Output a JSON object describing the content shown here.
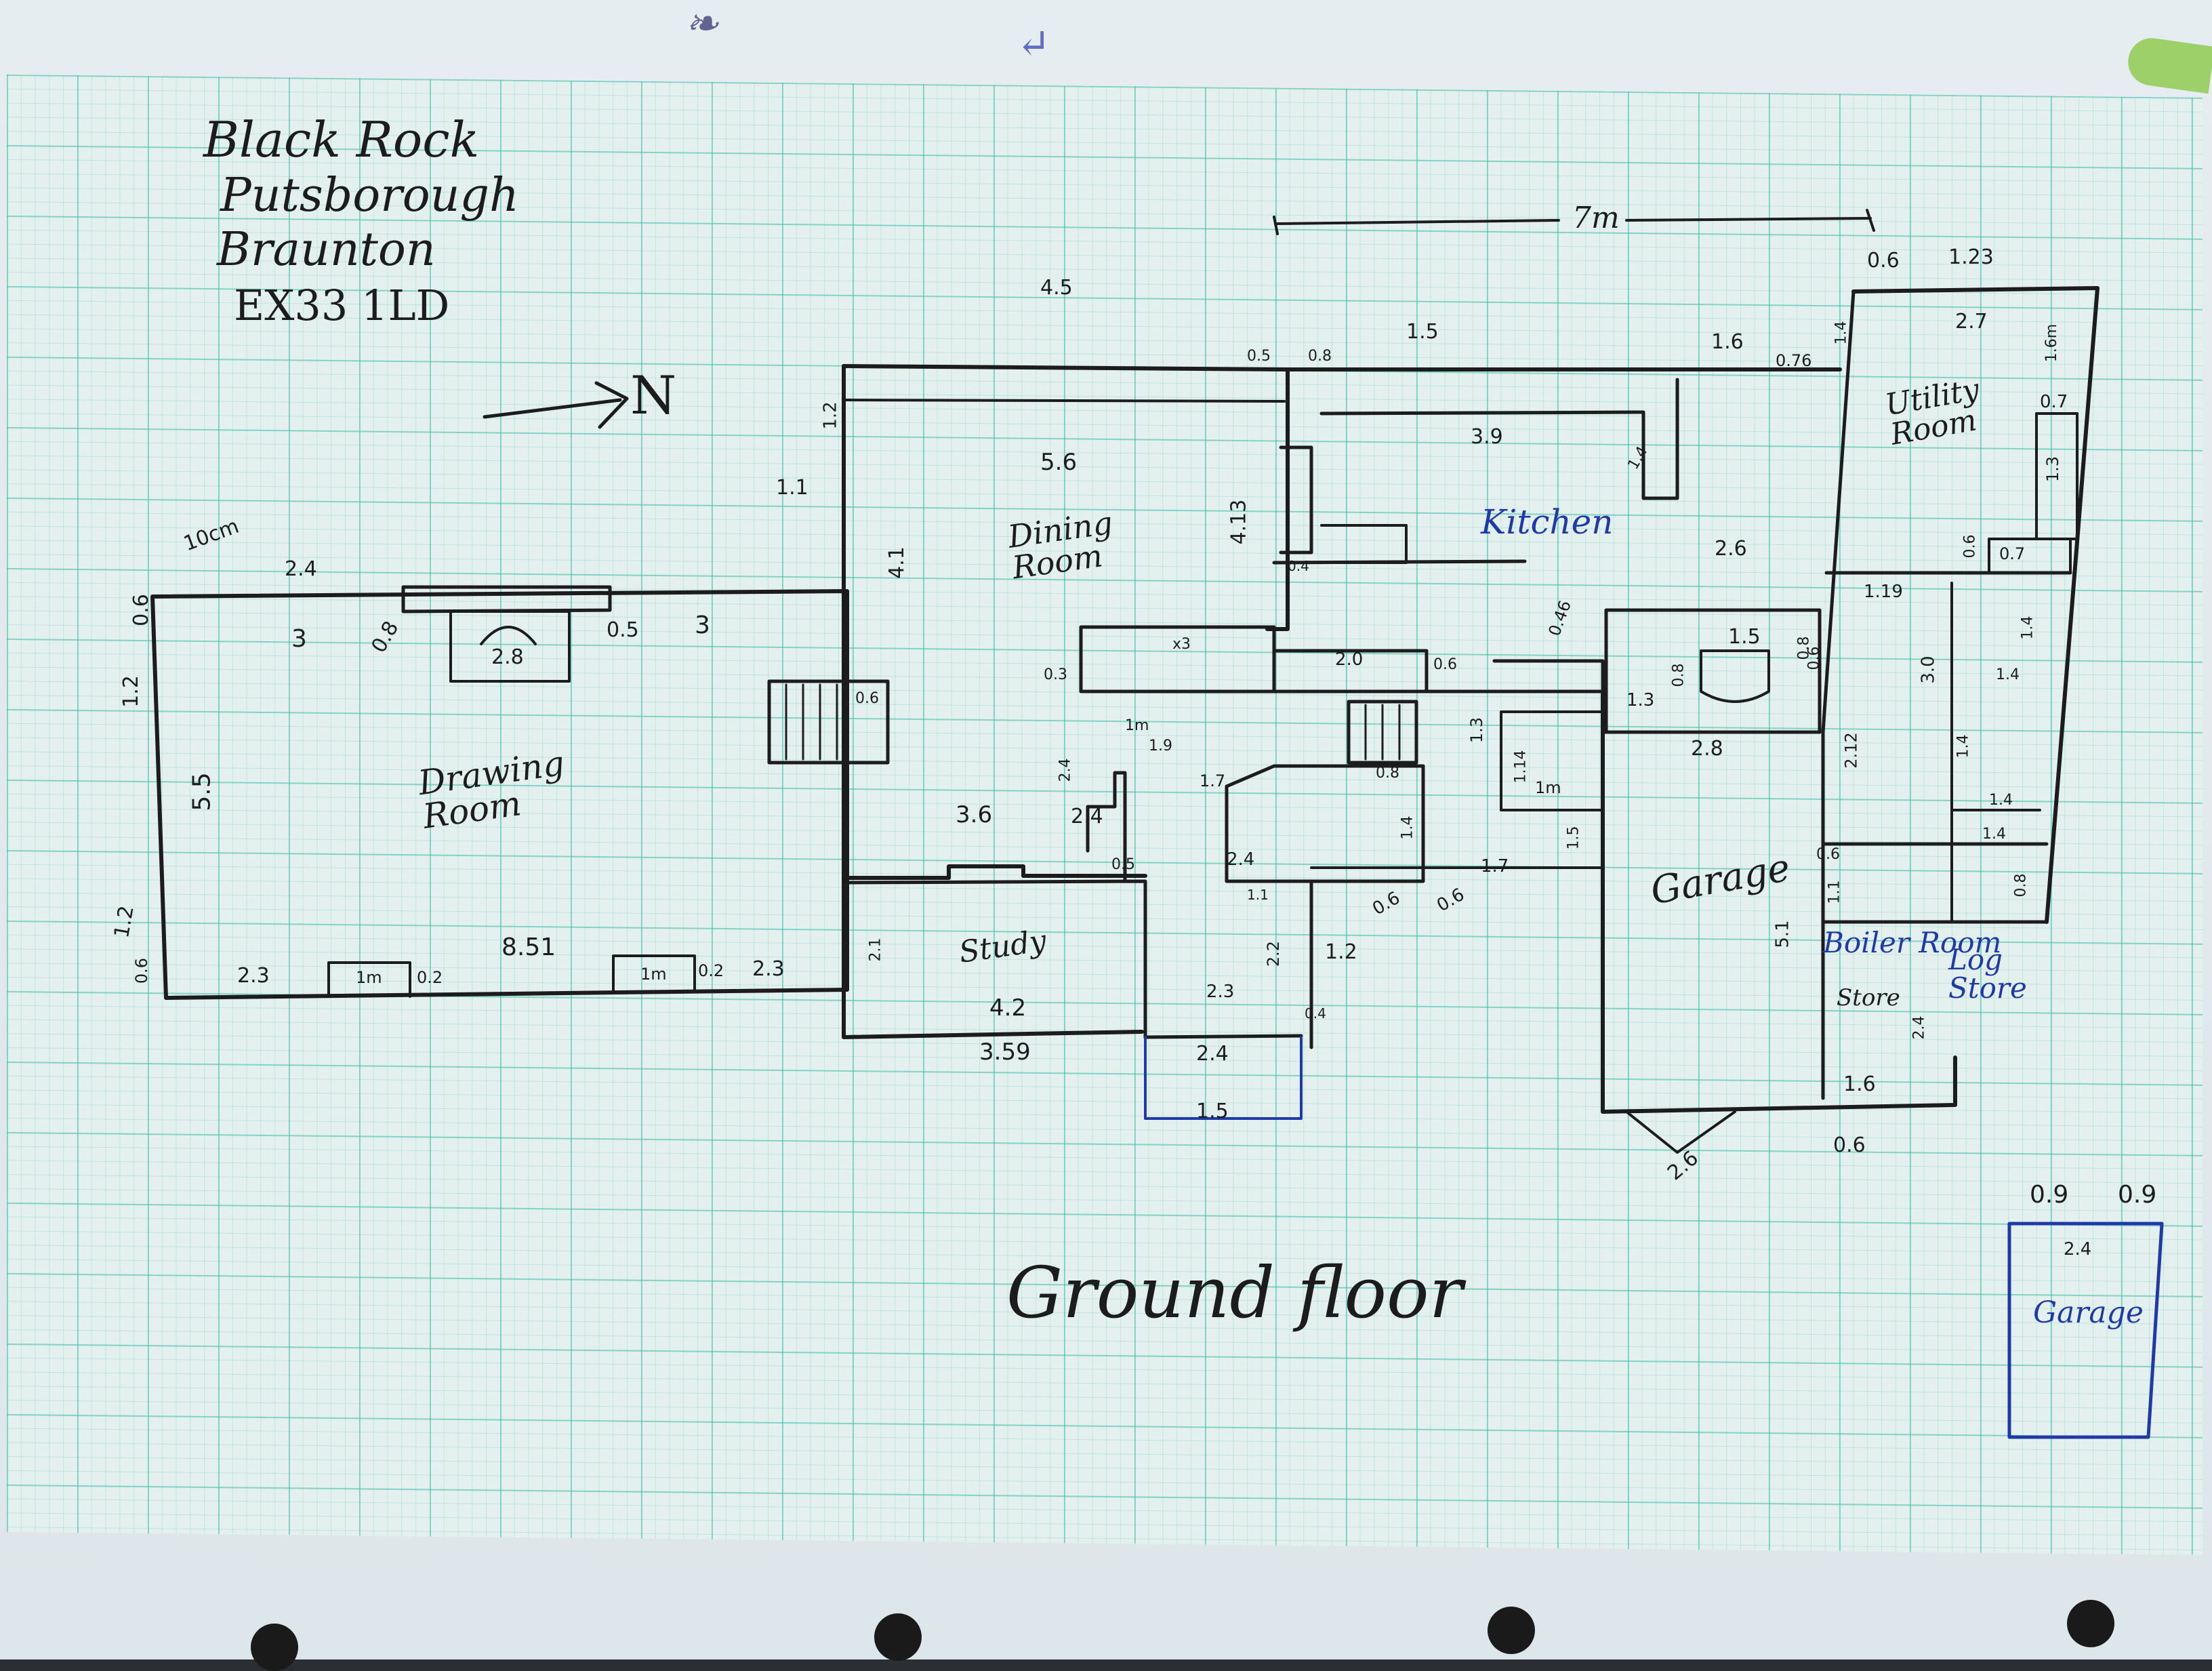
{
  "address": {
    "line1": "Black Rock",
    "line2": "Putsborough",
    "line3": "Braunton",
    "line4": "EX33 1LD"
  },
  "north_label": "N",
  "scale_label": "7m",
  "plan_title": "Ground floor",
  "rooms": {
    "drawing_room": "Drawing Room",
    "dining_room": "Dining Room",
    "kitchen": "Kitchen",
    "utility_room": "Utility Room",
    "study": "Study",
    "garage": "Garage",
    "boiler_room": "Boiler Room",
    "boiler_store": "Store",
    "log_store": "Log Store",
    "garage_inset": "Garage"
  },
  "dims": {
    "d_10cm": "10cm",
    "d_2_4_top": "2.4",
    "d_0_6_left": "0.6",
    "d_3_left": "3",
    "d_0_8": "0.8",
    "d_2_8_bay": "2.8",
    "d_0_5": "0.5",
    "d_3_right": "3",
    "d_1_2_left": "1.2",
    "d_5_5": "5.5",
    "d_1_2_lower": "1.2",
    "d_0_6_lower": "0.6",
    "d_2_3_a": "2.3",
    "d_1m_a": "1m",
    "d_0_2_a": "0.2",
    "d_8_51": "8.51",
    "d_1m_b": "1m",
    "d_0_2_b": "0.2",
    "d_2_3_b": "2.3",
    "d_4_5": "4.5",
    "d_1_2_dining": "1.2",
    "d_1_1": "1.1",
    "d_5_6": "5.6",
    "d_4_1": "4.1",
    "d_0_5_top": "0.5",
    "d_0_8_top": "0.8",
    "d_1_5_top": "1.5",
    "d_1_6_top": "1.6",
    "d_0_76": "0.76",
    "d_1_4_top": "1.4",
    "d_0_6_util": "0.6",
    "d_1_23": "1.23",
    "d_2_7": "2.7",
    "d_1_6m": "1.6m",
    "d_0_7_a": "0.7",
    "d_1_3_util": "1.3",
    "d_0_6_util2": "0.6",
    "d_0_7_b": "0.7",
    "d_3_9": "3.9",
    "d_1_4_k": "1.4",
    "d_4_13": "4.13",
    "d_0_4": "0.4",
    "d_2_6": "2.6",
    "d_0_46": "0.46",
    "d_1_19": "1.19",
    "d_x3": "x3",
    "d_0_3": "0.3",
    "d_2_0": "2.0",
    "d_0_6_hall": "0.6",
    "d_1_5_wc": "1.5",
    "d_0_8_wc": "0.8",
    "d_0_8_wc2": "0.8",
    "d_1_3_wc": "1.3",
    "d_2_8_garage": "2.8",
    "d_3_0": "3.0",
    "d_1_4_a": "1.4",
    "d_1_4_b": "1.4",
    "d_1_4_c": "1.4",
    "d_1_4_d": "1.4",
    "d_2_12": "2.12",
    "d_0_6_stair": "0.6",
    "d_1m_hall": "1m",
    "d_1_9": "1.9",
    "d_2_4_hall": "2.4",
    "d_1_7_hall": "1.7",
    "d_0_8_hall": "0.8",
    "d_1_3_hall": "1.3",
    "d_1_14": "1.14",
    "d_1m_hall2": "1m",
    "d_1_5_hall": "1.5",
    "d_1_4_hall": "1.4",
    "d_3_6": "3.6",
    "d_0_6_side": "0.6",
    "d_0_5_side": "0.5",
    "d_2_4_low": "2.4",
    "d_1_1_low": "1.1",
    "d_0_6_low1": "0.6",
    "d_0_6_low2": "0.6",
    "d_1_7_low": "1.7",
    "d_1_2_low": "1.2",
    "d_2_2": "2.2",
    "d_0_4_low": "0.4",
    "d_2_3_porch": "2.3",
    "d_2_4_porch": "2.4",
    "d_1_5_porch": "1.5",
    "d_2_1": "2.1",
    "d_4_2": "4.2",
    "d_3_59": "3.59",
    "d_5_1": "5.1",
    "d_0_6_boiler": "0.6",
    "d_1_1_boiler": "1.1",
    "d_2_4_boiler": "2.4",
    "d_1_6_boiler": "1.6",
    "d_0_6_bottom": "0.6",
    "d_2_6_bottom": "2.6",
    "d_0_8_log": "0.8",
    "d_1_4_log": "1.4",
    "d_0_9_a": "0.9",
    "d_0_9_b": "0.9",
    "d_2_4_inset": "2.4"
  },
  "colors": {
    "paper": "#e4f0ee",
    "grid": "#46beaa",
    "ink_black": "#1c1c1c",
    "ink_blue": "#1f3aa8"
  }
}
